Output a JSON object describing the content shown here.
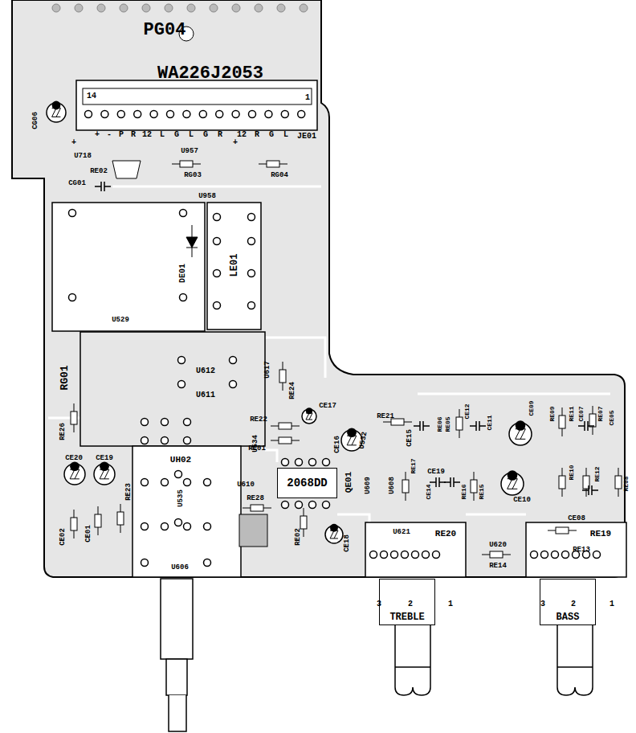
{
  "diagram": {
    "nodes": [
      {
        "text": [
          "2068DD"
        ]
      },
      {
        "text": [
          "TREBLE"
        ]
      },
      {
        "text": [
          "BASS"
        ]
      }
    ],
    "labels": [
      "PG04",
      "WA226J2053",
      "14",
      "1",
      "CG06",
      "+",
      "+",
      "-",
      "P",
      "R",
      "12",
      "L",
      "G",
      "L",
      "G",
      "R",
      "+",
      "12",
      "R",
      "G",
      "L",
      "JE01",
      "U718",
      "U957",
      "RE02",
      "RG03",
      "RG04",
      "CG01",
      "U958",
      "DE01",
      "LE01",
      "U529",
      "RG01",
      "U612",
      "U611",
      "U617",
      "RE24",
      "CE17",
      "RE26",
      "RE22",
      "RE01",
      "CE16",
      "U532",
      "RE21",
      "CE15",
      "RE06",
      "RE05",
      "CE12",
      "CE11",
      "CE09",
      "RE09",
      "RE11",
      "CE07",
      "RE07",
      "CE05",
      "CE20",
      "CE19",
      "UH02",
      "U534",
      "U535",
      "U610",
      "RE28",
      "QE01",
      "U609",
      "U608",
      "RE17",
      "CE19",
      "CE14",
      "RE16",
      "RE15",
      "CE10",
      "RE10",
      "CE08",
      "RE12",
      "RE08",
      "CE02",
      "CE01",
      "RE23",
      "U606",
      "RE02",
      "CE18",
      "U621",
      "RE20",
      "U620",
      "RE14",
      "RE13",
      "RE19",
      "3",
      "2",
      "1",
      "3",
      "2",
      "1"
    ]
  }
}
